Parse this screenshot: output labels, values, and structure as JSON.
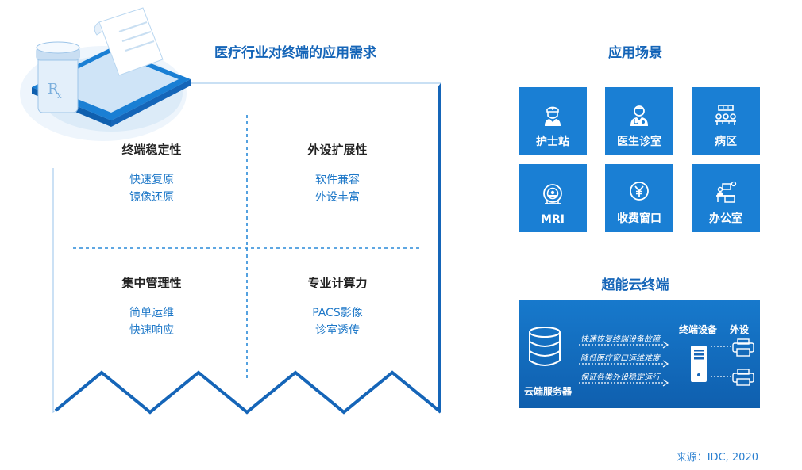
{
  "left_card": {
    "title": "医疗行业对终端的应用需求",
    "quadrants": [
      {
        "title": "终端稳定性",
        "items": [
          "快速复原",
          "镜像还原"
        ]
      },
      {
        "title": "外设扩展性",
        "items": [
          "软件兼容",
          "外设丰富"
        ]
      },
      {
        "title": "集中管理性",
        "items": [
          "简单运维",
          "快速响应"
        ]
      },
      {
        "title": "专业计算力",
        "items": [
          "PACS影像",
          "诊室透传"
        ]
      }
    ]
  },
  "scenes": {
    "title": "应用场景",
    "tiles": [
      {
        "label": "护士站",
        "icon": "nurse-icon"
      },
      {
        "label": "医生诊室",
        "icon": "doctor-icon"
      },
      {
        "label": "病区",
        "icon": "ward-beds-icon"
      },
      {
        "label": "MRI",
        "icon": "mri-scanner-icon"
      },
      {
        "label": "收费窗口",
        "icon": "yuan-payment-icon"
      },
      {
        "label": "办公室",
        "icon": "office-desk-icon"
      }
    ]
  },
  "cloud_terminal": {
    "title": "超能云终端",
    "server_label": "云端服务器",
    "benefits": [
      "快速恢复终端设备故障",
      "降低医疗窗口运维难度",
      "保证各类外设稳定运行"
    ],
    "device_label": "终端设备",
    "peripheral_label": "外设"
  },
  "source": "来源：IDC, 2020",
  "colors": {
    "primary": "#1a7fd4",
    "title": "#1565b8",
    "dark_panel": "#0f5fae"
  }
}
